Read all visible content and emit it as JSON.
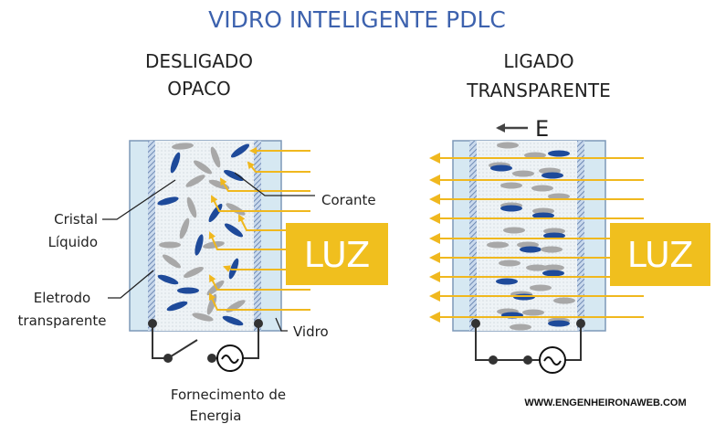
{
  "title": "VIDRO INTELIGENTE PDLC",
  "left_panel": {
    "state_line1": "DESLIGADO",
    "state_line2": "OPACO",
    "light_label": "LUZ"
  },
  "right_panel": {
    "state_line1": "LIGADO",
    "state_line2": "TRANSPARENTE",
    "field_label": "E",
    "light_label": "LUZ"
  },
  "labels": {
    "cristal": "Cristal",
    "liquido": "Líquido",
    "eletrodo": "Eletrodo",
    "transparente": "transparente",
    "corante": "Corante",
    "vidro": "Vidro",
    "fornecimento": "Fornecimento de",
    "energia": "Energia"
  },
  "website": "WWW.ENGENHEIRONAWEB.COM",
  "colors": {
    "title": "#3d62ae",
    "light": "#f0b81e",
    "glass": "#d6e8f2",
    "dye": "#1e4a9a",
    "crystal": "#a8a8a8"
  }
}
